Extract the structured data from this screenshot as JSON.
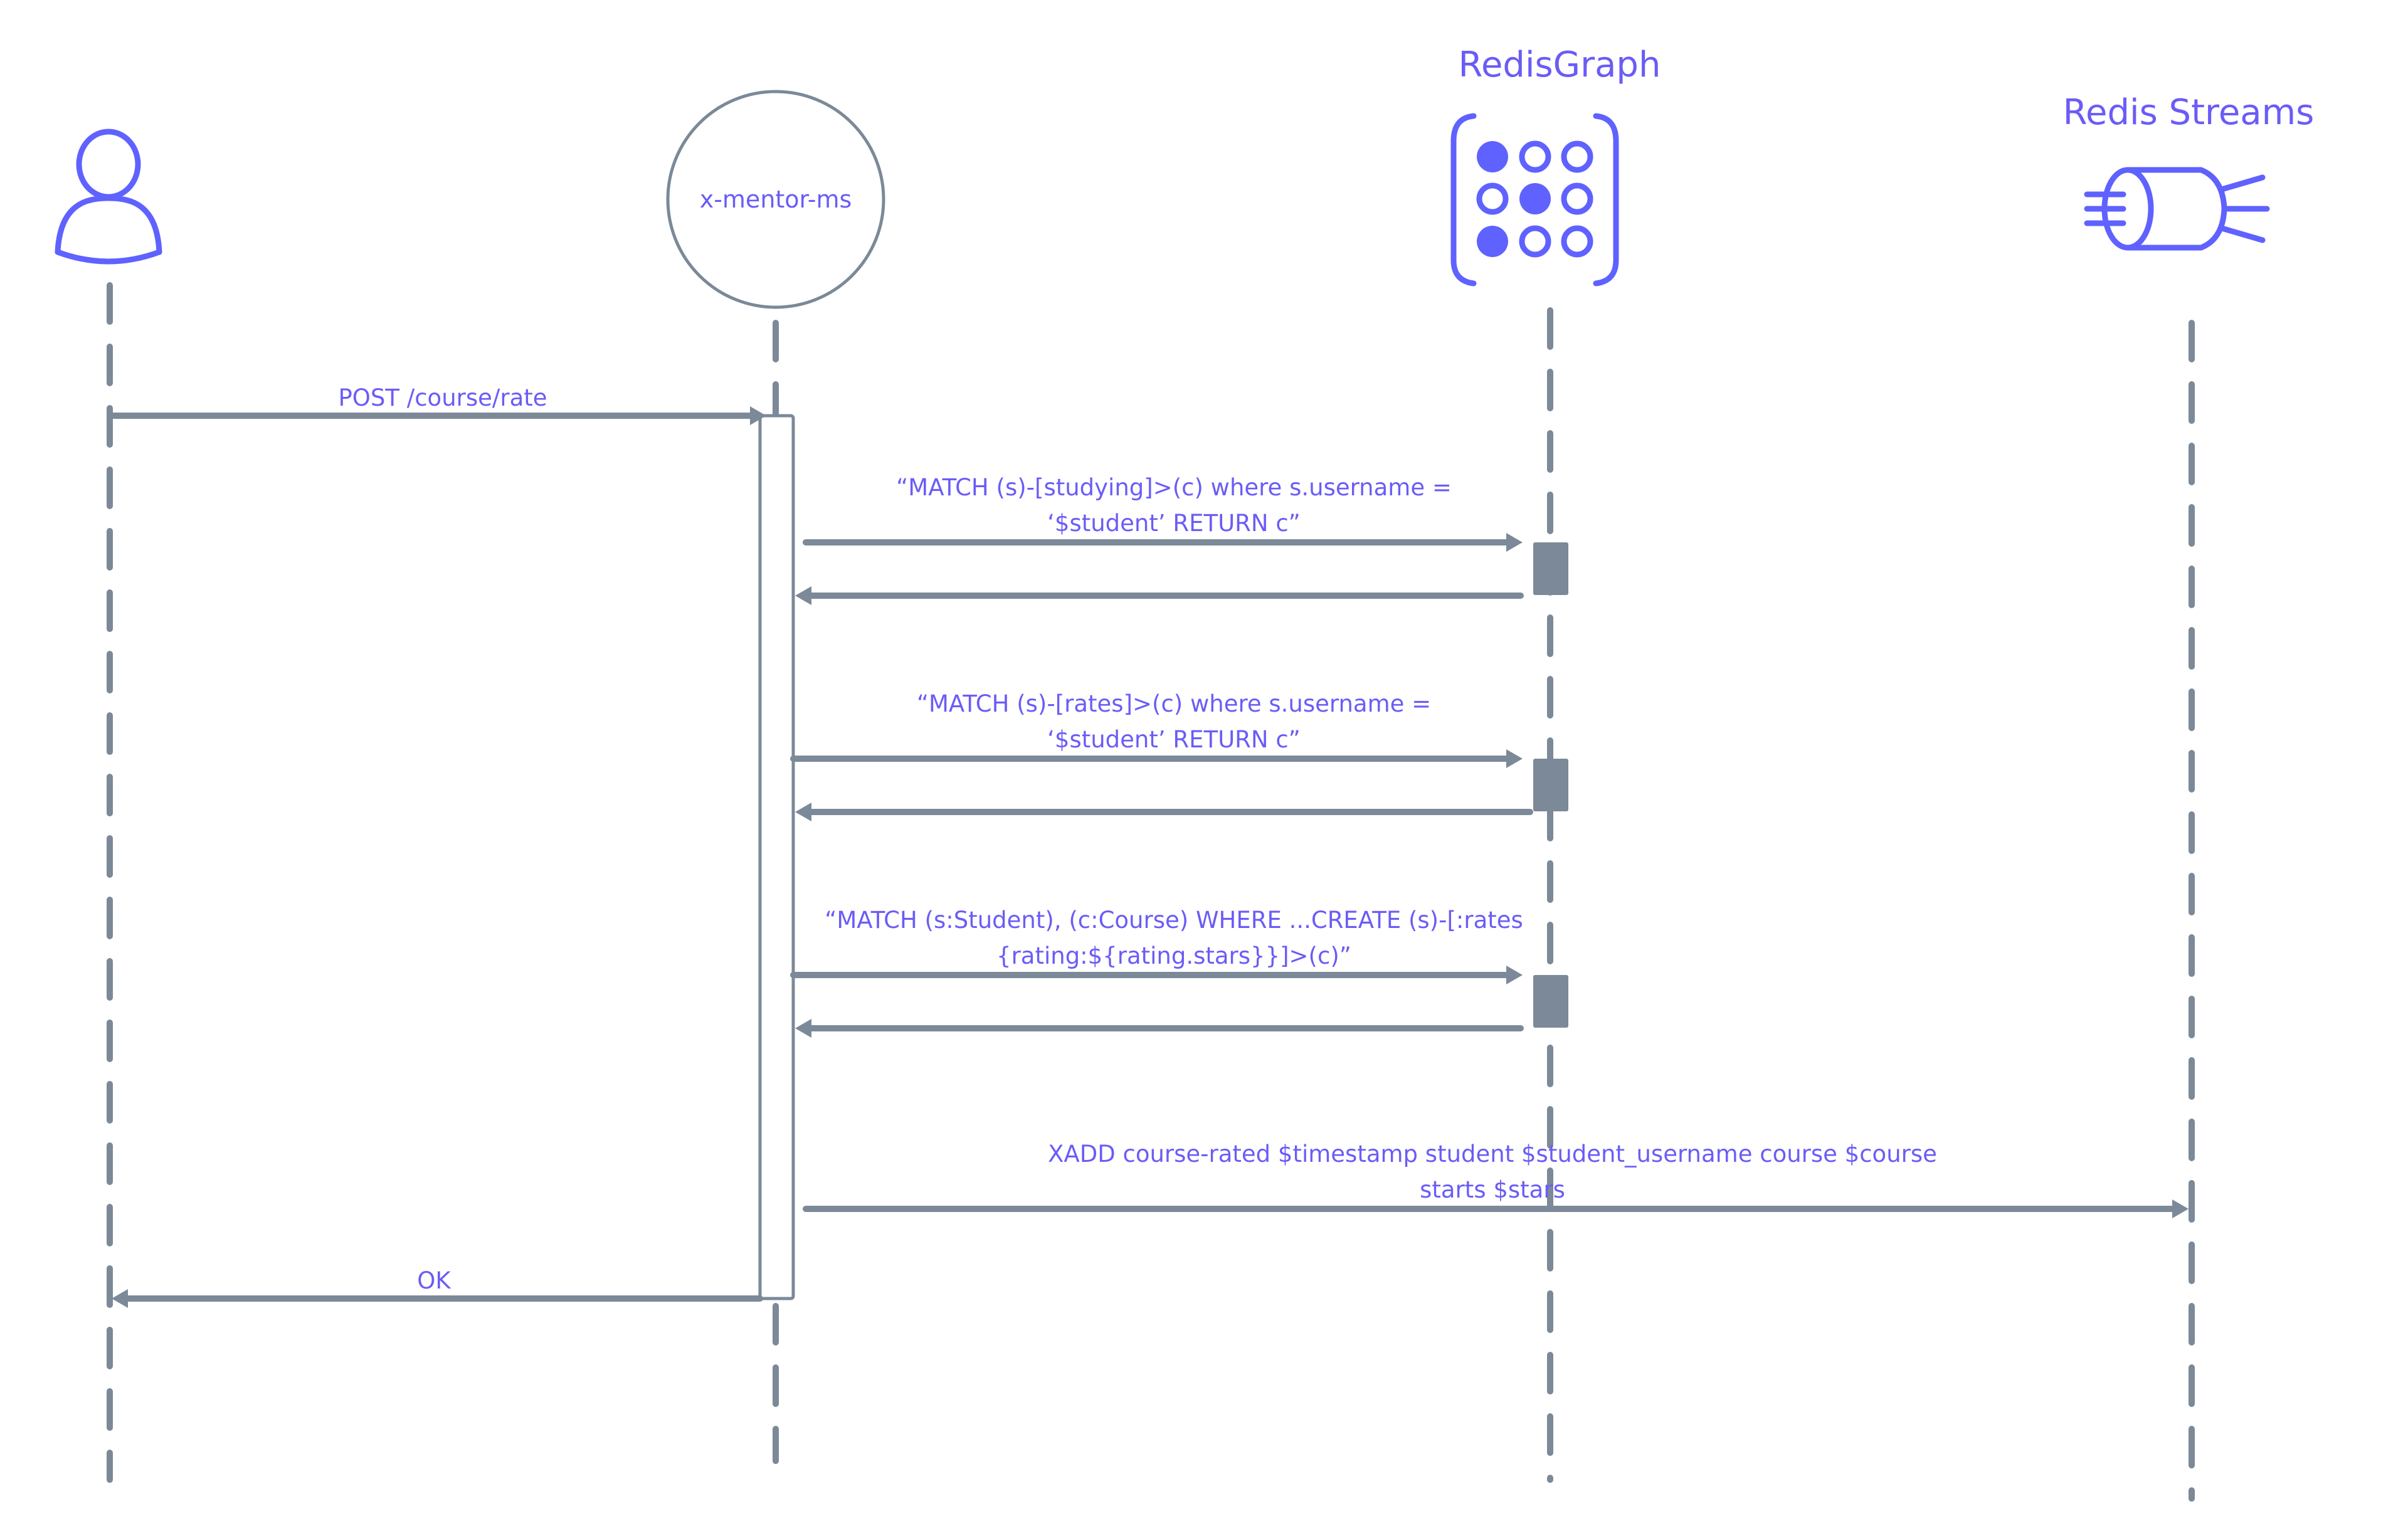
{
  "participants": [
    {
      "id": "user",
      "label": "",
      "icon": "user-icon"
    },
    {
      "id": "service",
      "label": "x-mentor-ms",
      "icon": "circle"
    },
    {
      "id": "graph",
      "label": "RedisGraph",
      "icon": "redisgraph-matrix-icon"
    },
    {
      "id": "streams",
      "label": "Redis Streams",
      "icon": "redis-streams-cylinder-icon"
    }
  ],
  "messages": [
    {
      "from": "user",
      "to": "service",
      "lines": [
        "POST   /course/rate"
      ]
    },
    {
      "from": "service",
      "to": "graph",
      "lines": [
        "“MATCH (s)-[studying]>(c) where s.username =",
        "‘$student’ RETURN c”"
      ]
    },
    {
      "from": "graph",
      "to": "service",
      "lines": []
    },
    {
      "from": "service",
      "to": "graph",
      "lines": [
        "“MATCH (s)-[rates]>(c) where s.username =",
        "‘$student’ RETURN c”"
      ]
    },
    {
      "from": "graph",
      "to": "service",
      "lines": []
    },
    {
      "from": "service",
      "to": "graph",
      "lines": [
        "“MATCH (s:Student), (c:Course) WHERE ...CREATE (s)-[:rates",
        "{rating:${rating.stars}}]>(c)”"
      ]
    },
    {
      "from": "graph",
      "to": "service",
      "lines": []
    },
    {
      "from": "service",
      "to": "streams",
      "lines": [
        "XADD course-rated $timestamp student $student_username course $course",
        "starts $stars"
      ]
    },
    {
      "from": "service",
      "to": "user",
      "lines": [
        "OK"
      ]
    }
  ],
  "colors": {
    "accent": "#5f62ff",
    "text": "#6a5cf7",
    "line": "#7b8998",
    "background": "#ffffff"
  }
}
